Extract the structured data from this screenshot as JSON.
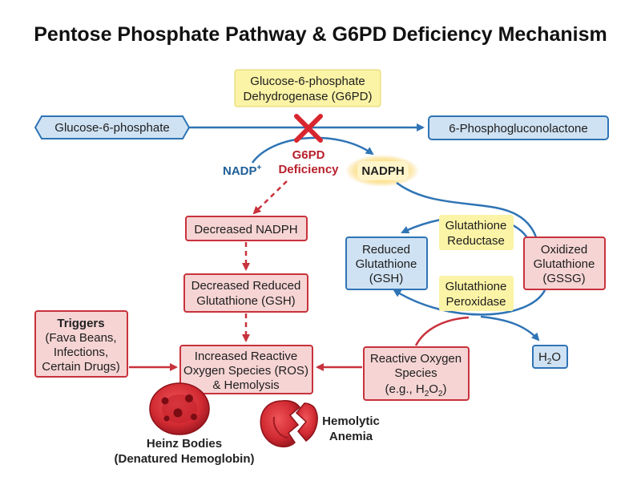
{
  "title": "Pentose Phosphate Pathway & G6PD Deficiency Mechanism",
  "enzyme": {
    "line1": "Glucose-6-phosphate",
    "line2": "Dehydrogenase (G6PD)"
  },
  "substrate": "Glucose-6-phosphate",
  "product": "6-Phosphogluconolactone",
  "cofactor_in": "NADP",
  "cofactor_in_sup": "+",
  "cofactor_out": "NADPH",
  "deficiency": {
    "line1": "G6PD",
    "line2": "Deficiency"
  },
  "cascade": {
    "decreased_nadph": "Decreased NADPH",
    "decreased_gsh_line1": "Decreased Reduced",
    "decreased_gsh_line2": "Glutathione (GSH)",
    "ros_line1": "Increased Reactive",
    "ros_line2": "Oxygen Species (ROS)",
    "ros_line3": "& Hemolysis"
  },
  "triggers": {
    "line1": "Triggers",
    "line2": "(Fava Beans,",
    "line3": "Infections,",
    "line4": "Certain Drugs)"
  },
  "glutathione_cycle": {
    "reduced_line1": "Reduced",
    "reduced_line2": "Glutathione",
    "reduced_line3": "(GSH)",
    "oxidized_line1": "Oxidized",
    "oxidized_line2": "Glutathione",
    "oxidized_line3": "(GSSG)",
    "reductase_line1": "Glutathione",
    "reductase_line2": "Reductase",
    "peroxidase_line1": "Glutathione",
    "peroxidase_line2": "Peroxidase"
  },
  "ros_source": {
    "line1": "Reactive Oxygen",
    "line2": "Species",
    "line3_prefix": "(e.g., H",
    "line3_sub1": "2",
    "line3_mid": "O",
    "line3_sub2": "2",
    "line3_suffix": ")"
  },
  "water": {
    "h": "H",
    "sub": "2",
    "o": "O"
  },
  "heinz": {
    "line1": "Heinz Bodies",
    "line2": "(Denatured Hemoglobin)"
  },
  "hemolytic": {
    "line1": "Hemolytic",
    "line2": "Anemia"
  },
  "colors": {
    "blue_fill": "#cfe2f3",
    "blue_stroke": "#2f74b5",
    "red_fill": "#f6d4d4",
    "red_stroke": "#c8323c",
    "yellow_fill": "#fbf3a6",
    "arrow_blue": "#2f74b5",
    "arrow_red": "#c8323c",
    "nadph_glow": "#f7c64a"
  }
}
